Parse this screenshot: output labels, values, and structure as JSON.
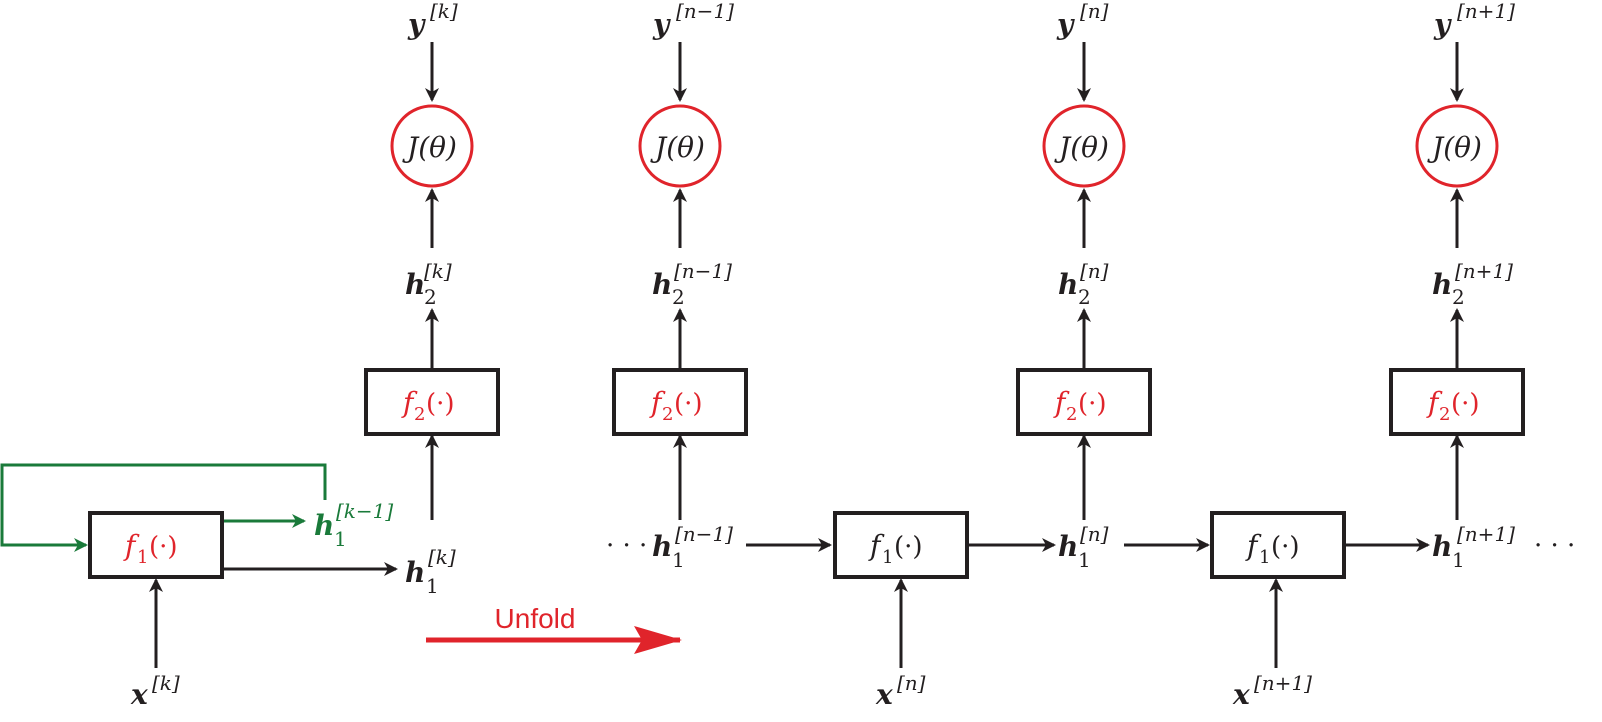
{
  "colors": {
    "black": "#231f20",
    "red": "#e0242b",
    "green": "#1a7a3a"
  },
  "labels": {
    "y_k": "y",
    "y_k_sup": "[k]",
    "y_nm1": "y",
    "y_nm1_sup": "[n−1]",
    "y_n": "y",
    "y_n_sup": "[n]",
    "y_np1": "y",
    "y_np1_sup": "[n+1]",
    "J": "J(θ)",
    "h2_k": "h",
    "h2_sub": "2",
    "h2_k_sup": "[k]",
    "h2_nm1_sup": "[n−1]",
    "h2_n_sup": "[n]",
    "h2_np1_sup": "[n+1]",
    "f2": "f",
    "f2_sub": "2",
    "f2_arg": "(·)",
    "f1": "f",
    "f1_sub": "1",
    "f1_arg": "(·)",
    "h1": "h",
    "h1_sub": "1",
    "h1_km1_sup": "[k−1]",
    "h1_k_sup": "[k]",
    "h1_nm1_sup": "[n−1]",
    "h1_n_sup": "[n]",
    "h1_np1_sup": "[n+1]",
    "x": "x",
    "x_k_sup": "[k]",
    "x_n_sup": "[n]",
    "x_np1_sup": "[n+1]",
    "dots": "· · ·",
    "unfold": "Unfold"
  }
}
